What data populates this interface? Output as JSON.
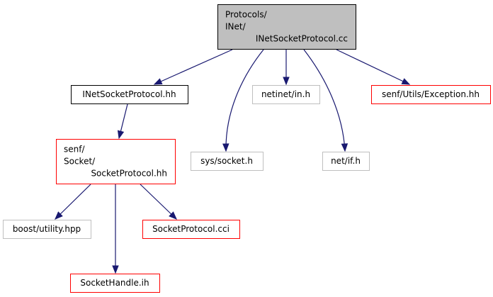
{
  "colors": {
    "focus_fill": "#bfbfbf",
    "focus_border": "#000000",
    "documented_border": "#000000",
    "linked_border": "#ff0000",
    "external_border": "#bfbfbf",
    "edge": "#191970"
  },
  "nodes": [
    {
      "id": "inet_socket_protocol_cc",
      "kind": "focus",
      "lines": [
        "Protocols/",
        "INet/",
        "INetSocketProtocol.cc"
      ]
    },
    {
      "id": "inet_socket_protocol_hh",
      "kind": "documented",
      "lines": [
        "INetSocketProtocol.hh"
      ]
    },
    {
      "id": "netinet_in_h",
      "kind": "external",
      "lines": [
        "netinet/in.h"
      ]
    },
    {
      "id": "senf_utils_exception_hh",
      "kind": "linked",
      "lines": [
        "senf/Utils/Exception.hh"
      ]
    },
    {
      "id": "sys_socket_h",
      "kind": "external",
      "lines": [
        "sys/socket.h"
      ]
    },
    {
      "id": "net_if_h",
      "kind": "external",
      "lines": [
        "net/if.h"
      ]
    },
    {
      "id": "senf_socket_protocol_hh",
      "kind": "linked",
      "lines": [
        "senf/",
        "Socket/",
        "SocketProtocol.hh"
      ]
    },
    {
      "id": "boost_utility_hpp",
      "kind": "external",
      "lines": [
        "boost/utility.hpp"
      ]
    },
    {
      "id": "socket_protocol_cci",
      "kind": "linked",
      "lines": [
        "SocketProtocol.cci"
      ]
    },
    {
      "id": "socket_handle_ih",
      "kind": "linked",
      "lines": [
        "SocketHandle.ih"
      ]
    }
  ],
  "edges": [
    {
      "from": "inet_socket_protocol_cc",
      "to": "inet_socket_protocol_hh"
    },
    {
      "from": "inet_socket_protocol_cc",
      "to": "sys_socket_h"
    },
    {
      "from": "inet_socket_protocol_cc",
      "to": "netinet_in_h"
    },
    {
      "from": "inet_socket_protocol_cc",
      "to": "net_if_h"
    },
    {
      "from": "inet_socket_protocol_cc",
      "to": "senf_utils_exception_hh"
    },
    {
      "from": "inet_socket_protocol_hh",
      "to": "senf_socket_protocol_hh"
    },
    {
      "from": "senf_socket_protocol_hh",
      "to": "boost_utility_hpp"
    },
    {
      "from": "senf_socket_protocol_hh",
      "to": "socket_handle_ih"
    },
    {
      "from": "senf_socket_protocol_hh",
      "to": "socket_protocol_cci"
    }
  ]
}
